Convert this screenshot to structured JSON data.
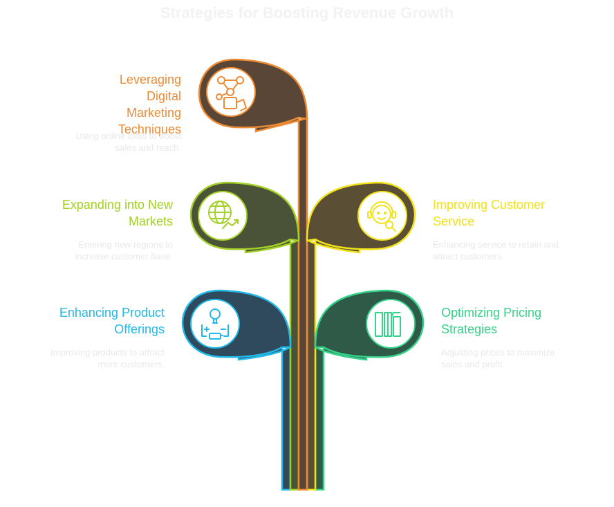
{
  "title": "Strategies for Boosting Revenue Growth",
  "items": [
    {
      "label": "Leveraging Digital Marketing Techniques",
      "description": "Using online tools to boost sales and reach.",
      "color": "#ee8a34",
      "icon": "digital-marketing-icon"
    },
    {
      "label": "Expanding into New Markets",
      "description": "Entering new regions to increase customer base.",
      "color": "#a2d026",
      "icon": "globe-growth-icon"
    },
    {
      "label": "Improving Customer Service",
      "description": "Enhancing service to retain and attract customers.",
      "color": "#f2e21a",
      "icon": "customer-support-icon"
    },
    {
      "label": "Enhancing Product Offerings",
      "description": "Improving products to attract more customers.",
      "color": "#22b8e8",
      "icon": "lightbulb-battery-icon"
    },
    {
      "label": "Optimizing Pricing Strategies",
      "description": "Adjusting prices to maximize sales and profit.",
      "color": "#37d28a",
      "icon": "pricing-bars-icon"
    }
  ]
}
